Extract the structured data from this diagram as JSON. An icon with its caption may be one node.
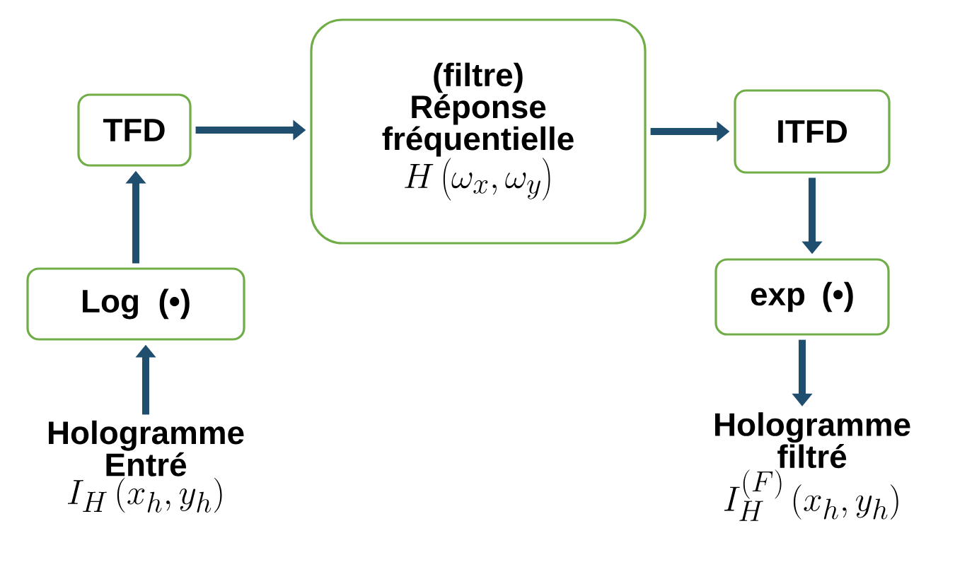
{
  "diagram": {
    "nodes": [
      {
        "text": [
          "Hologramme Entré",
          "I_H\\left(x_h,y_h\\right)"
        ]
      },
      {
        "text": [
          "Log (•)"
        ]
      },
      {
        "text": [
          "TFD"
        ]
      },
      {
        "text": [
          "(filtre) Réponse fréquentielle",
          "H\\left(\\omega_x,\\omega_y\\right)"
        ]
      },
      {
        "text": [
          "ITFD"
        ]
      },
      {
        "text": [
          "exp (•)"
        ]
      },
      {
        "text": [
          "Hologramme filtré",
          "I_H^{(F)}\\left(x_h,y_h\\right)"
        ]
      }
    ],
    "edges": [
      {
        "from": 0,
        "to": 1,
        "arrow": "to"
      },
      {
        "from": 1,
        "to": 2,
        "arrow": "to"
      },
      {
        "from": 2,
        "to": 3,
        "arrow": "to"
      },
      {
        "from": 3,
        "to": 4,
        "arrow": "to"
      },
      {
        "from": 4,
        "to": 5,
        "arrow": "to"
      },
      {
        "from": 5,
        "to": 6,
        "arrow": "to"
      }
    ]
  }
}
